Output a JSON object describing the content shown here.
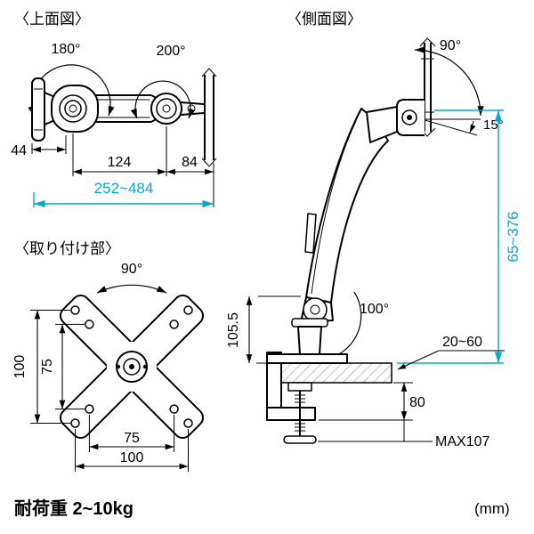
{
  "colors": {
    "bg": "#ffffff",
    "ink": "#000000",
    "accent": "#00a9ce"
  },
  "top_view": {
    "title": "〈上面図〉",
    "angle_left": "180°",
    "angle_right": "200°",
    "dim_depth": "44",
    "dim_arm_front": "124",
    "dim_arm_rear": "84",
    "dim_reach_range": "252~484"
  },
  "side_view": {
    "title": "〈側面図〉",
    "angle_tilt_up": "90°",
    "angle_tilt_down": "15°",
    "angle_elbow": "100°",
    "dim_height_range": "65~376",
    "dim_base_height": "105.5",
    "dim_desk_thickness": "20~60",
    "dim_clamp_opening": "80",
    "dim_clamp_max": "MAX107"
  },
  "mount_view": {
    "title": "〈取り付け部〉",
    "angle_rotation": "90°",
    "dim_vertical_outer": "100",
    "dim_vertical_inner": "75",
    "dim_horizontal_inner": "75",
    "dim_horizontal_outer": "100"
  },
  "footer": {
    "load_capacity": "耐荷重 2~10kg",
    "unit": "(mm)"
  }
}
